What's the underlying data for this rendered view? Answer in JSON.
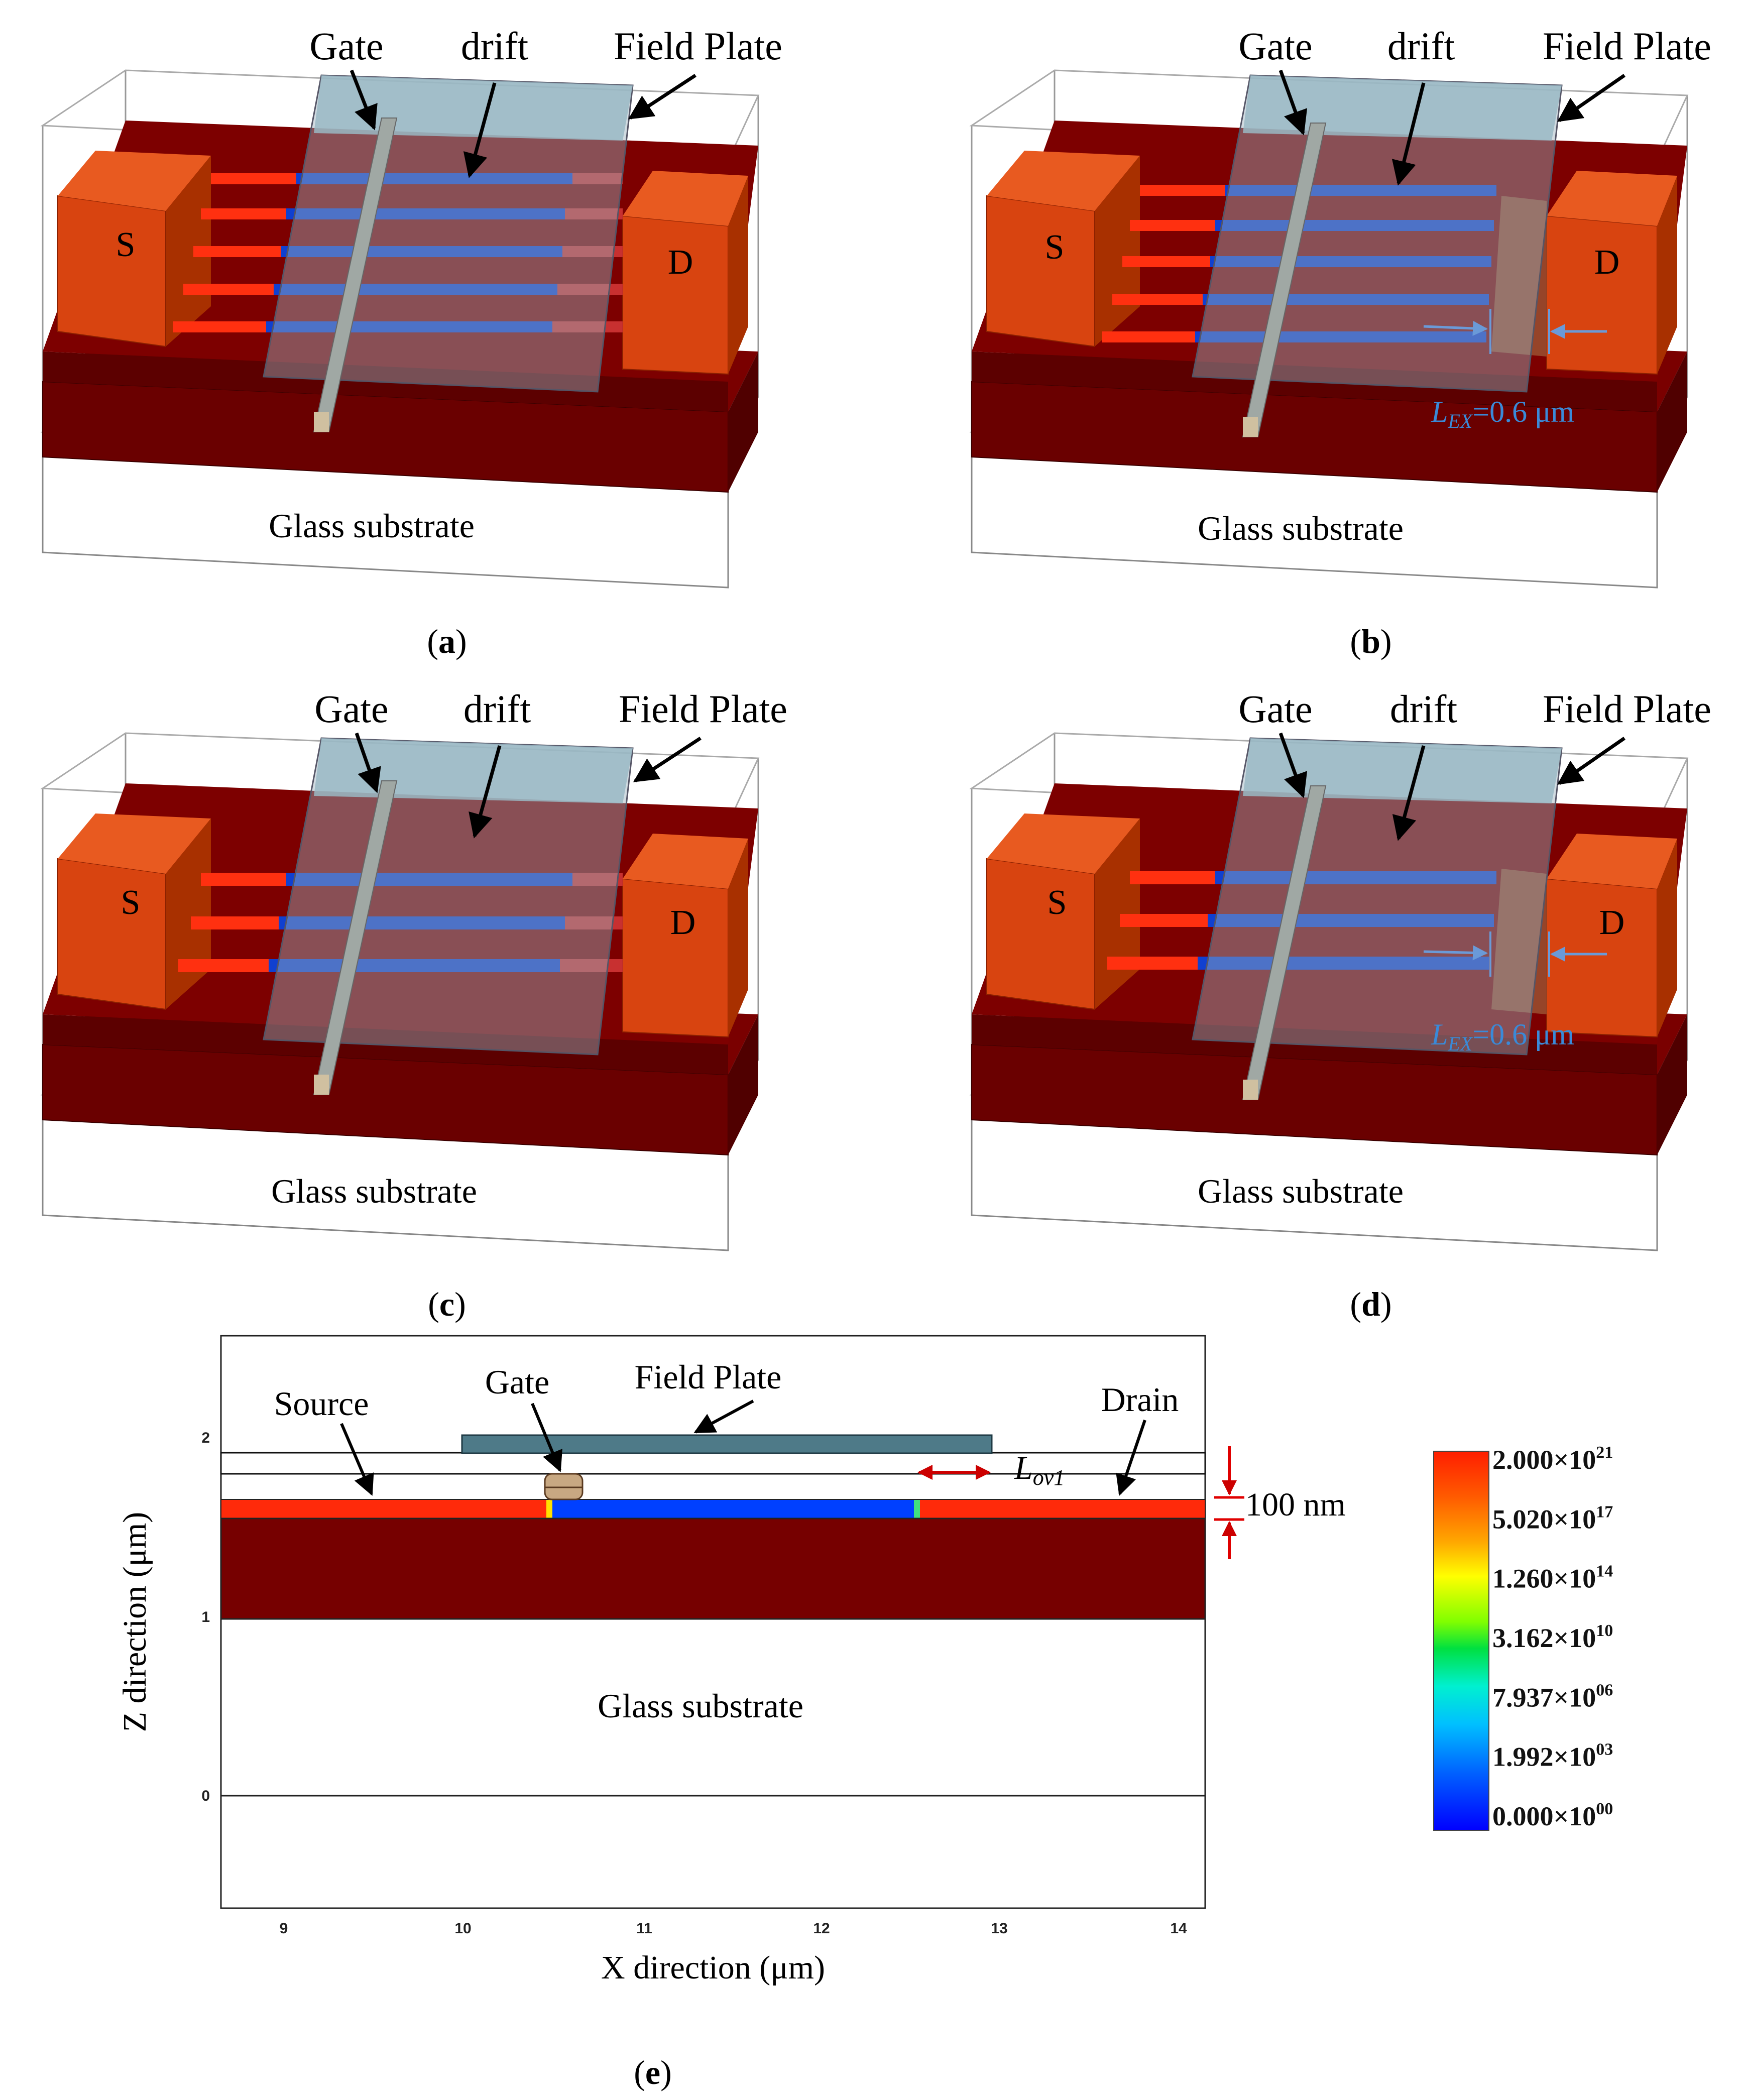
{
  "panels": [
    {
      "id": "a",
      "caption": "a",
      "labels": {
        "gate": "Gate",
        "drift": "drift",
        "field_plate": "Field Plate",
        "source": "S",
        "drain": "D",
        "substrate": "Glass substrate"
      },
      "channels": 5,
      "lex": null
    },
    {
      "id": "b",
      "caption": "b",
      "labels": {
        "gate": "Gate",
        "drift": "drift",
        "field_plate": "Field Plate",
        "source": "S",
        "drain": "D",
        "substrate": "Glass substrate"
      },
      "channels": 5,
      "lex": {
        "sym": "L",
        "sub": "EX",
        "val": "=0.6 μm"
      }
    },
    {
      "id": "c",
      "caption": "c",
      "labels": {
        "gate": "Gate",
        "drift": "drift",
        "field_plate": "Field Plate",
        "source": "S",
        "drain": "D",
        "substrate": "Glass substrate"
      },
      "channels": 3,
      "lex": null
    },
    {
      "id": "d",
      "caption": "d",
      "labels": {
        "gate": "Gate",
        "drift": "drift",
        "field_plate": "Field Plate",
        "source": "S",
        "drain": "D",
        "substrate": "Glass substrate"
      },
      "channels": 3,
      "lex": {
        "sym": "L",
        "sub": "EX",
        "val": "=0.6 μm"
      }
    }
  ],
  "cross_section": {
    "caption": "e",
    "labels": {
      "source": "Source",
      "gate": "Gate",
      "field_plate": "Field Plate",
      "drain": "Drain",
      "substrate": "Glass substrate",
      "lov_sym": "L",
      "lov_sub": "ov1",
      "thickness": "100 nm"
    },
    "x_axis": {
      "label": "X direction (μm)",
      "ticks": [
        "9",
        "10",
        "11",
        "12",
        "13",
        "14"
      ]
    },
    "y_axis": {
      "label": "Z direction (μm)",
      "ticks": [
        "0",
        "1",
        "2"
      ]
    }
  },
  "colorbar": {
    "entries": [
      {
        "mant": "2.000",
        "exp": "21"
      },
      {
        "mant": "5.020",
        "exp": "17"
      },
      {
        "mant": "1.260",
        "exp": "14"
      },
      {
        "mant": "3.162",
        "exp": "10"
      },
      {
        "mant": "7.937",
        "exp": "06"
      },
      {
        "mant": "1.992",
        "exp": "03"
      },
      {
        "mant": "0.000",
        "exp": "00"
      }
    ],
    "times": "×10",
    "colors": [
      "#ff2200",
      "#ff6a00",
      "#ffc000",
      "#e8ff00",
      "#6aff00",
      "#00e040",
      "#00e8c0",
      "#00c8ff",
      "#0090ff",
      "#0040ff",
      "#0000ff"
    ]
  },
  "colors": {
    "doped": "#e8260c",
    "drift_channel": "#1040e0",
    "substrate_body": "#6a0000",
    "contact": "#d84a10",
    "field_plate": "#8aaab8",
    "gate": "#c8b090"
  }
}
